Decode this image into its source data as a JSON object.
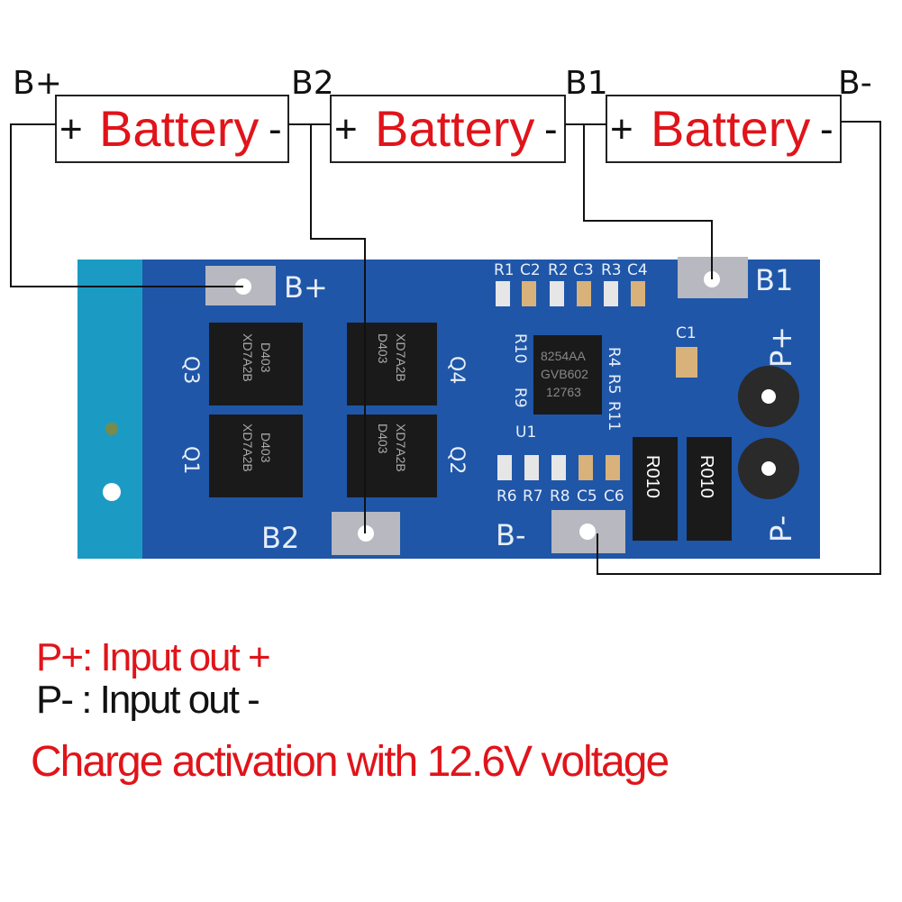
{
  "terminals": {
    "b_plus": "B+",
    "b2": "B2",
    "b1": "B1",
    "b_minus": "B-"
  },
  "batteries": [
    {
      "plus": "+",
      "label": "Battery",
      "minus": "-"
    },
    {
      "plus": "+",
      "label": "Battery",
      "minus": "-"
    },
    {
      "plus": "+",
      "label": "Battery",
      "minus": "-"
    }
  ],
  "pcb": {
    "pad_labels": {
      "b_plus": "B+",
      "b1": "B1",
      "b2": "B2",
      "b_minus": "B-",
      "p_plus": "P+",
      "p_minus": "P-"
    },
    "mosfets": [
      {
        "ref": "Q3",
        "marking": "D403",
        "lot": "XD7A2B"
      },
      {
        "ref": "Q4",
        "marking": "D403",
        "lot": "XD7A2B"
      },
      {
        "ref": "Q1",
        "marking": "D403",
        "lot": "XD7A2B"
      },
      {
        "ref": "Q2",
        "marking": "D403",
        "lot": "XD7A2B"
      }
    ],
    "top_components": [
      "R1",
      "C2",
      "R2",
      "C3",
      "R3",
      "C4"
    ],
    "bottom_components": [
      "R6",
      "R7",
      "R8",
      "C5",
      "C6"
    ],
    "ic": {
      "ref": "U1",
      "lines": [
        "8254AA",
        "GVB602",
        "12763"
      ]
    },
    "side_refs": {
      "r10": "R10",
      "r9": "R9",
      "r4": "R4",
      "r5": "R5",
      "r11": "R11",
      "c1": "C1"
    },
    "shunts": [
      "R010",
      "R010"
    ],
    "colors": {
      "board": "#1f56a8",
      "edge": "#1b9bc4",
      "wire": "#111111",
      "label_red": "#e0141a"
    }
  },
  "notes": {
    "p_plus": "P+: Input out +",
    "p_minus": "P- : Input out -",
    "activation": "Charge activation with 12.6V voltage"
  }
}
